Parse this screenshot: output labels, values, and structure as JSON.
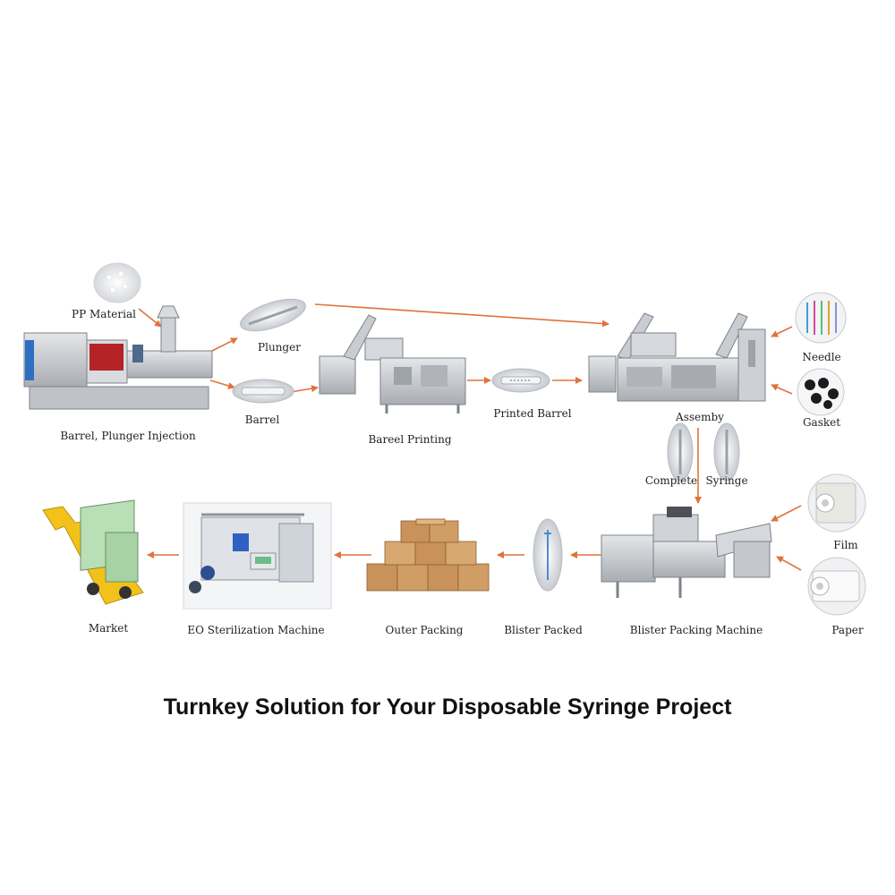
{
  "title": "Turnkey Solution for Your Disposable Syringe Project",
  "colors": {
    "arrow": "#e0733a",
    "machine": "#c9ccd0",
    "machine_dark": "#8e9398",
    "accent_red": "#c0282a",
    "box": "#c8925a",
    "background": "#ffffff"
  },
  "nodes": {
    "pp_material": "PP Material",
    "injection": "Barrel, Plunger Injection",
    "plunger": "Plunger",
    "barrel": "Barrel",
    "printing": "Bareel Printing",
    "printed_barrel": "Printed Barrel",
    "assembly": "Assemby",
    "needle": "Needle",
    "gasket": "Gasket",
    "complete": "Complete",
    "syringe": "Syringe",
    "film": "Film",
    "paper": "Paper",
    "blister_machine": "Blister Packing Machine",
    "blister_packed": "Blister Packed",
    "outer_packing": "Outer Packing",
    "eo_sterilization": "EO Sterilization Machine",
    "market": "Market"
  }
}
